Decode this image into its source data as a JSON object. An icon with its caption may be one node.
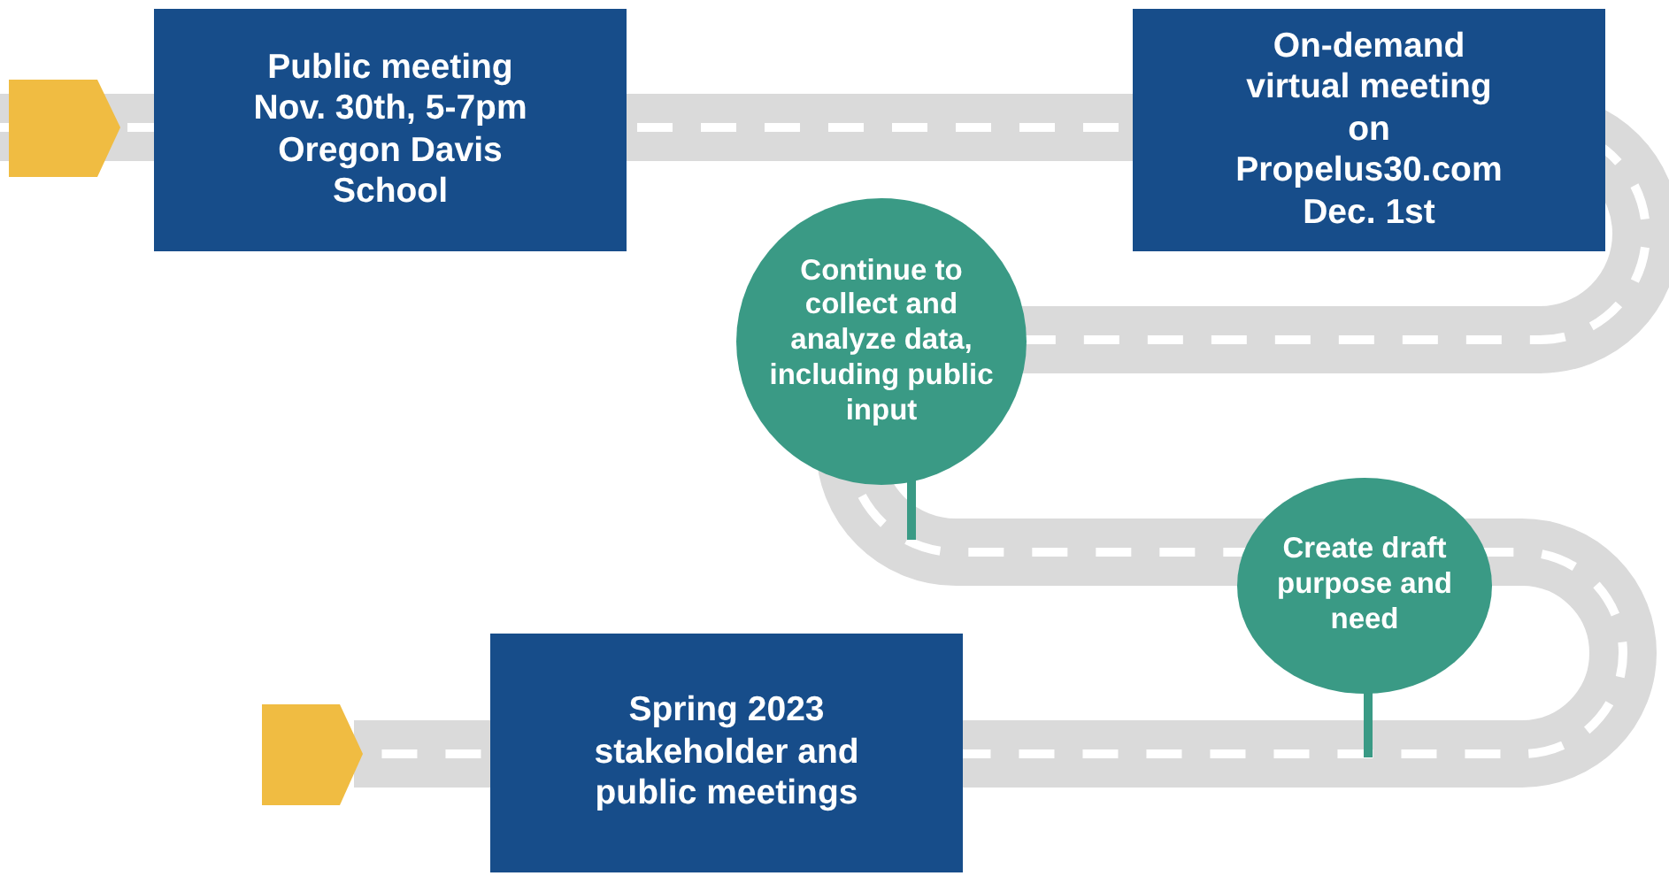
{
  "diagram": {
    "nodes": [
      {
        "text": [
          "Public meeting Nov. 30th, 5-7pm Oregon Davis School"
        ]
      },
      {
        "text": [
          "On-demand virtual meeting on Propelus30.com Dec. 1st"
        ]
      },
      {
        "text": [
          "Continue to collect and analyze data, including public input"
        ]
      },
      {
        "text": [
          "Create draft purpose and need"
        ]
      },
      {
        "text": [
          "Spring 2023 stakeholder and public meetings"
        ]
      }
    ]
  }
}
